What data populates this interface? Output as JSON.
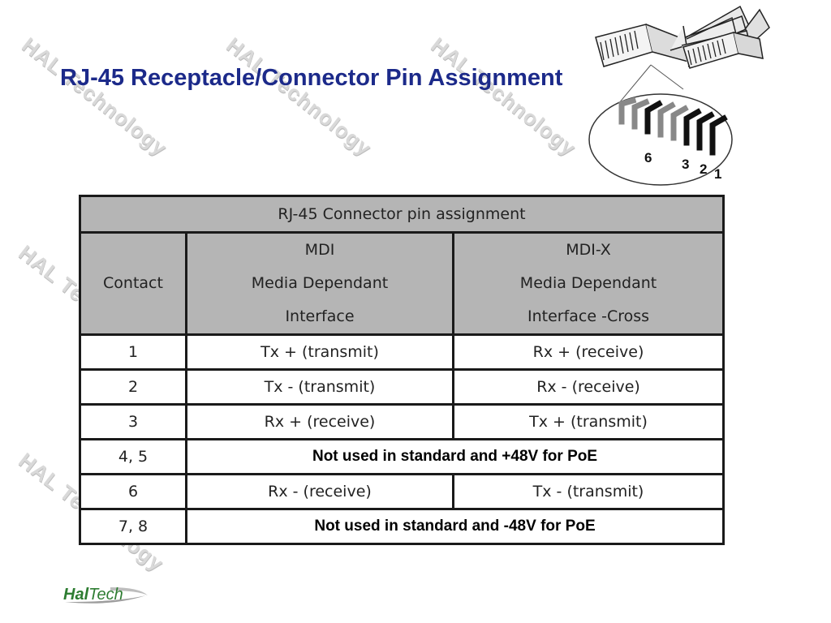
{
  "slide": {
    "title": "RJ-45 Receptacle/Connector Pin Assignment",
    "watermark_text": "HAL Technology"
  },
  "connector_diagram": {
    "pin_labels": [
      "6",
      "3",
      "2",
      "1"
    ]
  },
  "table": {
    "caption": "RJ-45 Connector pin assignment",
    "headers": {
      "contact": "Contact",
      "mdi": [
        "MDI",
        "Media Dependant",
        "Interface"
      ],
      "mdix": [
        "MDI-X",
        "Media Dependant",
        "Interface -Cross"
      ]
    },
    "rows": [
      {
        "contact": "1",
        "mdi": "Tx + (transmit)",
        "mdix": "Rx + (receive)"
      },
      {
        "contact": "2",
        "mdi": "Tx - (transmit)",
        "mdix": "Rx - (receive)"
      },
      {
        "contact": "3",
        "mdi": "Rx + (receive)",
        "mdix": "Tx + (transmit)"
      },
      {
        "contact": "4, 5",
        "merged": "Not used in standard and +48V for PoE"
      },
      {
        "contact": "6",
        "mdi": "Rx - (receive)",
        "mdix": "Tx - (transmit)"
      },
      {
        "contact": "7, 8",
        "merged": "Not used in standard and -48V for PoE"
      }
    ]
  },
  "logo": {
    "part1": "Hal",
    "part2": "Tech"
  },
  "colors": {
    "title": "#1c2a8a",
    "header_bg": "#b5b5b5",
    "logo": "#2e7d32"
  }
}
